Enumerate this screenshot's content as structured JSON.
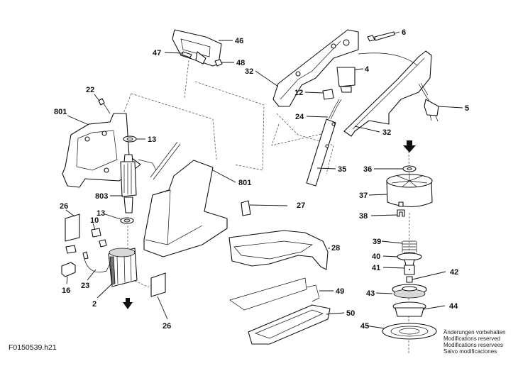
{
  "document": {
    "type": "exploded parts diagram",
    "drawing_id": "F0150539.h21",
    "notes": [
      "Änderungen vorbehalten",
      "Modifications reserved",
      "Modifications reservees",
      "Salvo modificaciones"
    ]
  },
  "part_labels": {
    "p46": "46",
    "p47": "47",
    "p48": "48",
    "p6": "6",
    "p4": "4",
    "p32a": "32",
    "p32b": "32",
    "p12": "12",
    "p24": "24",
    "p5": "5",
    "p22": "22",
    "p801a": "801",
    "p801b": "801",
    "p13a": "13",
    "p13b": "13",
    "p803": "803",
    "p26a": "26",
    "p26b": "26",
    "p10": "10",
    "p16": "16",
    "p23": "23",
    "p2": "2",
    "p27": "27",
    "p35": "35",
    "p36": "36",
    "p37": "37",
    "p38": "38",
    "p28": "28",
    "p39": "39",
    "p40": "40",
    "p41": "41",
    "p42": "42",
    "p43": "43",
    "p44": "44",
    "p45": "45",
    "p49": "49",
    "p50": "50"
  }
}
